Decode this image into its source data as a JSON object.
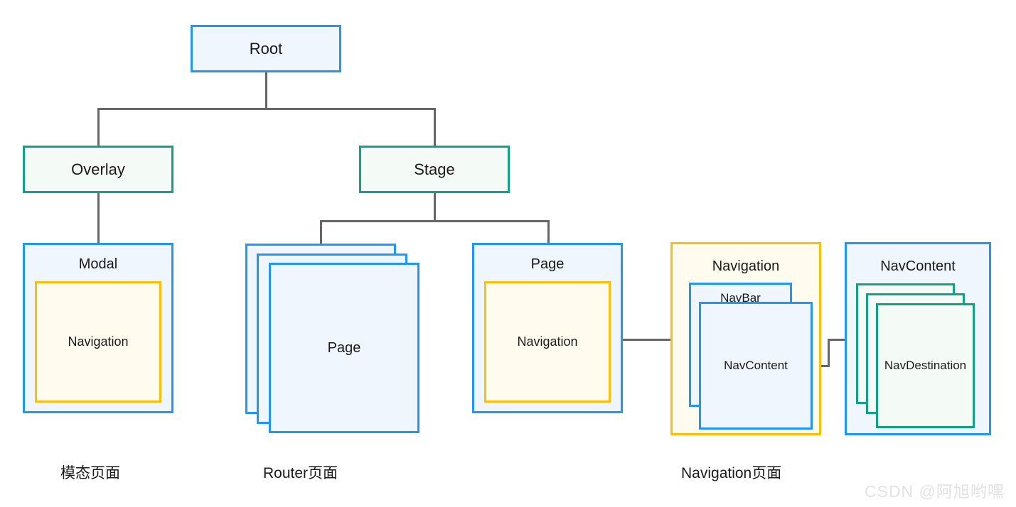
{
  "diagram": {
    "title": "HarmonyOS page structure tree",
    "colors": {
      "blue_border": "#2196f3",
      "blue_fill": "#eff6fd",
      "green_border": "#14a085",
      "green_fill": "#f4faf6",
      "amber_border": "#fcbf08",
      "amber_fill": "#fffbef",
      "line": "#666666",
      "text": "#1a1a1a",
      "watermark": "#e2e2e2",
      "background": "#ffffff"
    },
    "nodes": {
      "root": "Root",
      "overlay": "Overlay",
      "stage": "Stage",
      "modal": "Modal",
      "modal_navigation": "Navigation",
      "router_page_stack": "Page",
      "page": "Page",
      "page_navigation": "Navigation",
      "navigation_group": "Navigation",
      "navbar": "NavBar",
      "navcontent_inner": "NavContent",
      "navcontent_group": "NavContent",
      "navdestination": "NavDestination"
    },
    "captions": {
      "modal": "模态页面",
      "router": "Router页面",
      "navigation": "Navigation页面"
    },
    "watermark": "CSDN @阿旭哟嘿"
  }
}
